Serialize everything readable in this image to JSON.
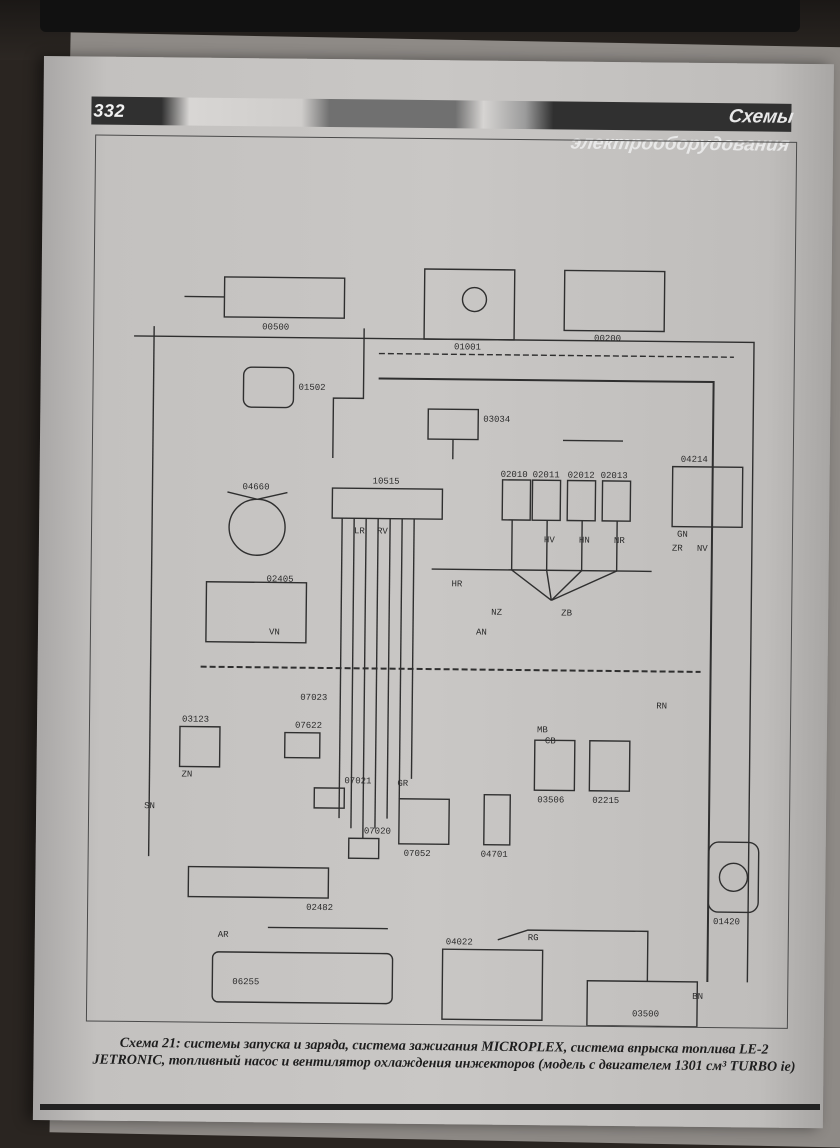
{
  "page": {
    "number": "332",
    "section_title": "Схемы электрооборудования"
  },
  "components": [
    {
      "code": "00500"
    },
    {
      "code": "01001"
    },
    {
      "code": "00200"
    },
    {
      "code": "01502"
    },
    {
      "code": "03034"
    },
    {
      "code": "04660"
    },
    {
      "code": "10515"
    },
    {
      "code": "02010"
    },
    {
      "code": "02011"
    },
    {
      "code": "02012"
    },
    {
      "code": "02013"
    },
    {
      "code": "04214"
    },
    {
      "code": "02405"
    },
    {
      "code": "07023"
    },
    {
      "code": "03123"
    },
    {
      "code": "07622"
    },
    {
      "code": "07021"
    },
    {
      "code": "07020"
    },
    {
      "code": "07052"
    },
    {
      "code": "04701"
    },
    {
      "code": "03506"
    },
    {
      "code": "02215"
    },
    {
      "code": "01420"
    },
    {
      "code": "02482"
    },
    {
      "code": "06255"
    },
    {
      "code": "04022"
    },
    {
      "code": "03500"
    }
  ],
  "wire_labels": [
    "HR",
    "HV",
    "HN",
    "NR",
    "ZB",
    "AN",
    "NZ",
    "MB",
    "CB",
    "GR",
    "RN",
    "SN",
    "AR",
    "RG",
    "BN",
    "GN",
    "ZR",
    "NV",
    "ZN",
    "VN",
    "LR",
    "RV"
  ],
  "caption": "Схема 21: системы запуска и заряда, система зажигания MICROPLEX, система впрыска топлива LE-2 JETRONIC, топливный насос и вентилятор охлаждения инжекторов (модель с двигателем 1301 см³ TURBO ie)"
}
